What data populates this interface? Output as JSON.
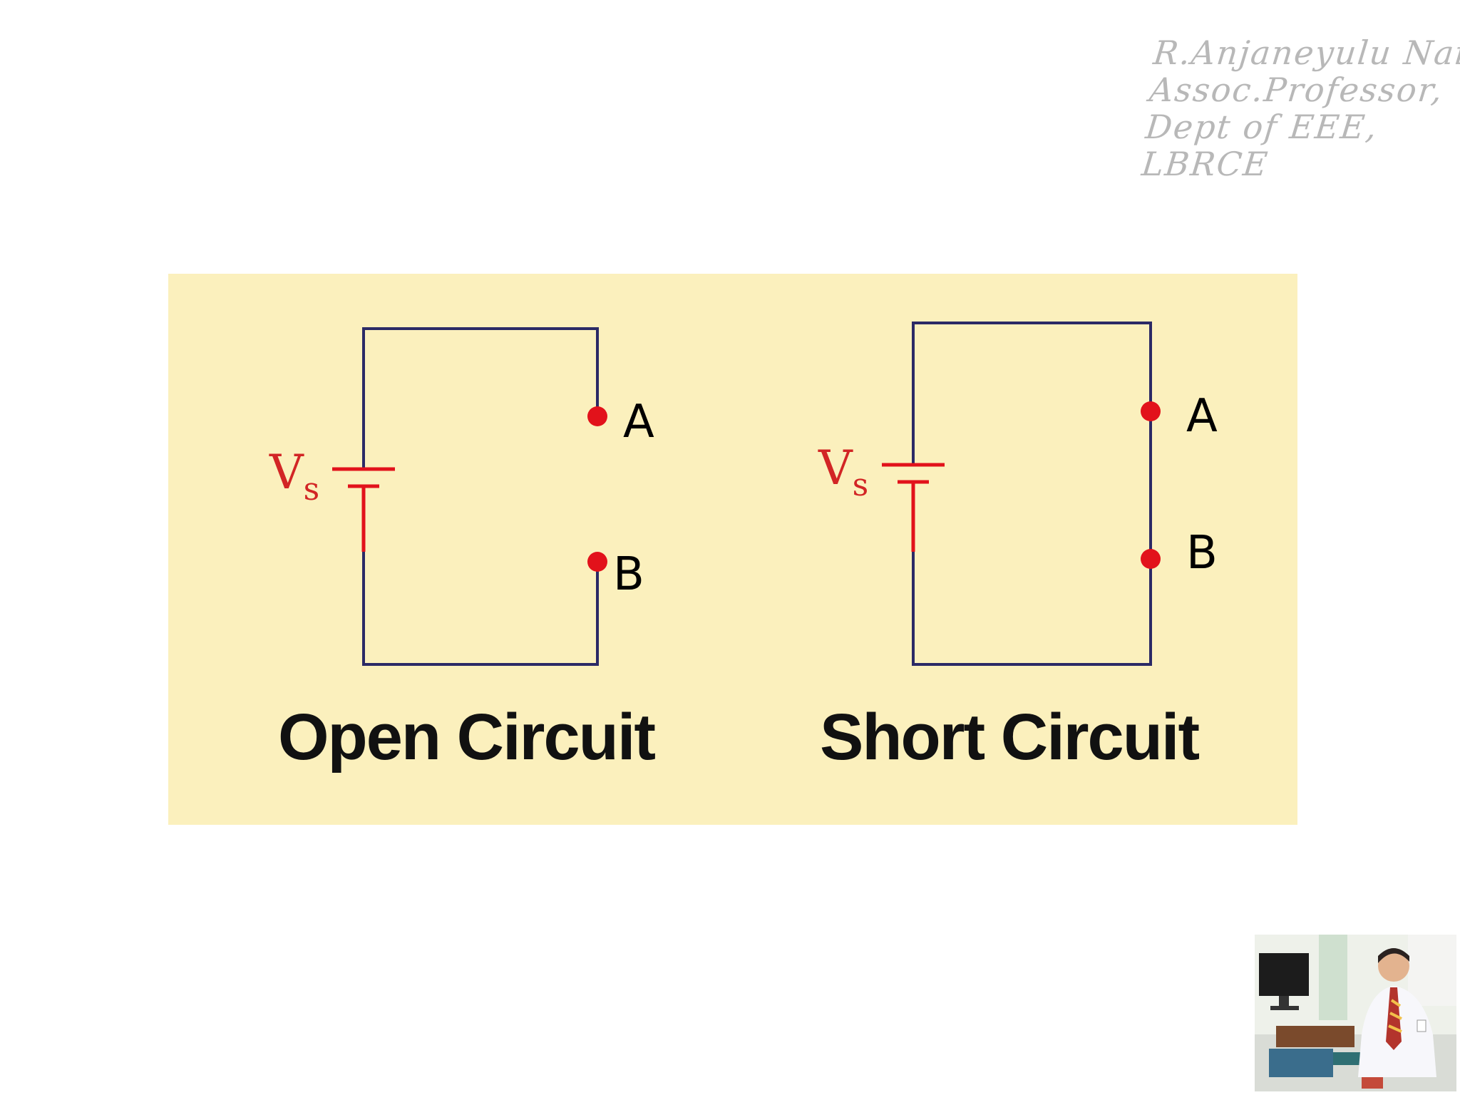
{
  "watermark": {
    "lines": [
      "R.Anjaneyulu Naik,",
      "Assoc.Professor,",
      "Dept of EEE,",
      "LBRCE"
    ]
  },
  "diagrams": {
    "open_circuit": {
      "title": "Open Circuit",
      "source_label": "V",
      "source_subscript": "s",
      "terminal_a": "A",
      "terminal_b": "B"
    },
    "short_circuit": {
      "title": "Short Circuit",
      "source_label": "V",
      "source_subscript": "s",
      "terminal_a": "A",
      "terminal_b": "B"
    }
  },
  "colors": {
    "panel_background": "#fbf0bd",
    "wire": "#2b2a66",
    "battery_and_terminals": "#e2121b",
    "title_text": "#111111"
  },
  "icons": {
    "photo": "presenter-photo",
    "battery": "battery-symbol-icon"
  }
}
